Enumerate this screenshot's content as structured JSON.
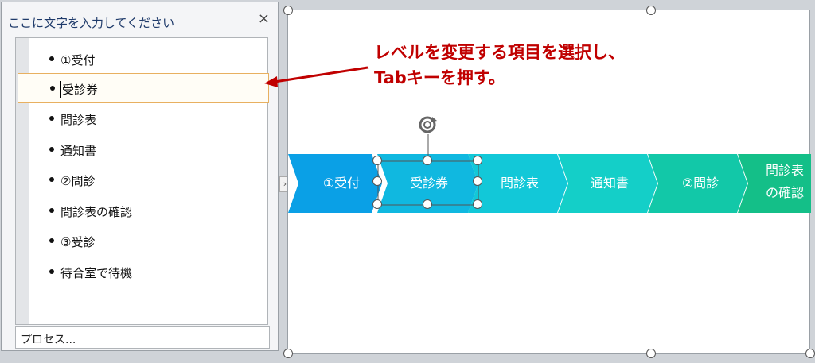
{
  "pane": {
    "title": "ここに文字を入力してください",
    "close": "×",
    "items": [
      {
        "label": "①受付"
      },
      {
        "label": "受診券"
      },
      {
        "label": "問診表"
      },
      {
        "label": "通知書"
      },
      {
        "label": "②問診"
      },
      {
        "label": "問診表の確認"
      },
      {
        "label": "③受診"
      },
      {
        "label": "待合室で待機"
      }
    ],
    "footer": "プロセス..."
  },
  "annotation": {
    "line1": "レベルを変更する項目を選択し、",
    "line2": "Tabキーを押す。",
    "color": "#c00000"
  },
  "process": {
    "steps": [
      "①受付",
      "受診券",
      "問診表",
      "通知書",
      "②問診",
      "問診表",
      "の確認"
    ],
    "colors": [
      "#0aa0e6",
      "#10b8e0",
      "#12c8d8",
      "#14cfc8",
      "#12c8a8",
      "#14bf88"
    ]
  },
  "expand_icon": "chevron-right-icon"
}
